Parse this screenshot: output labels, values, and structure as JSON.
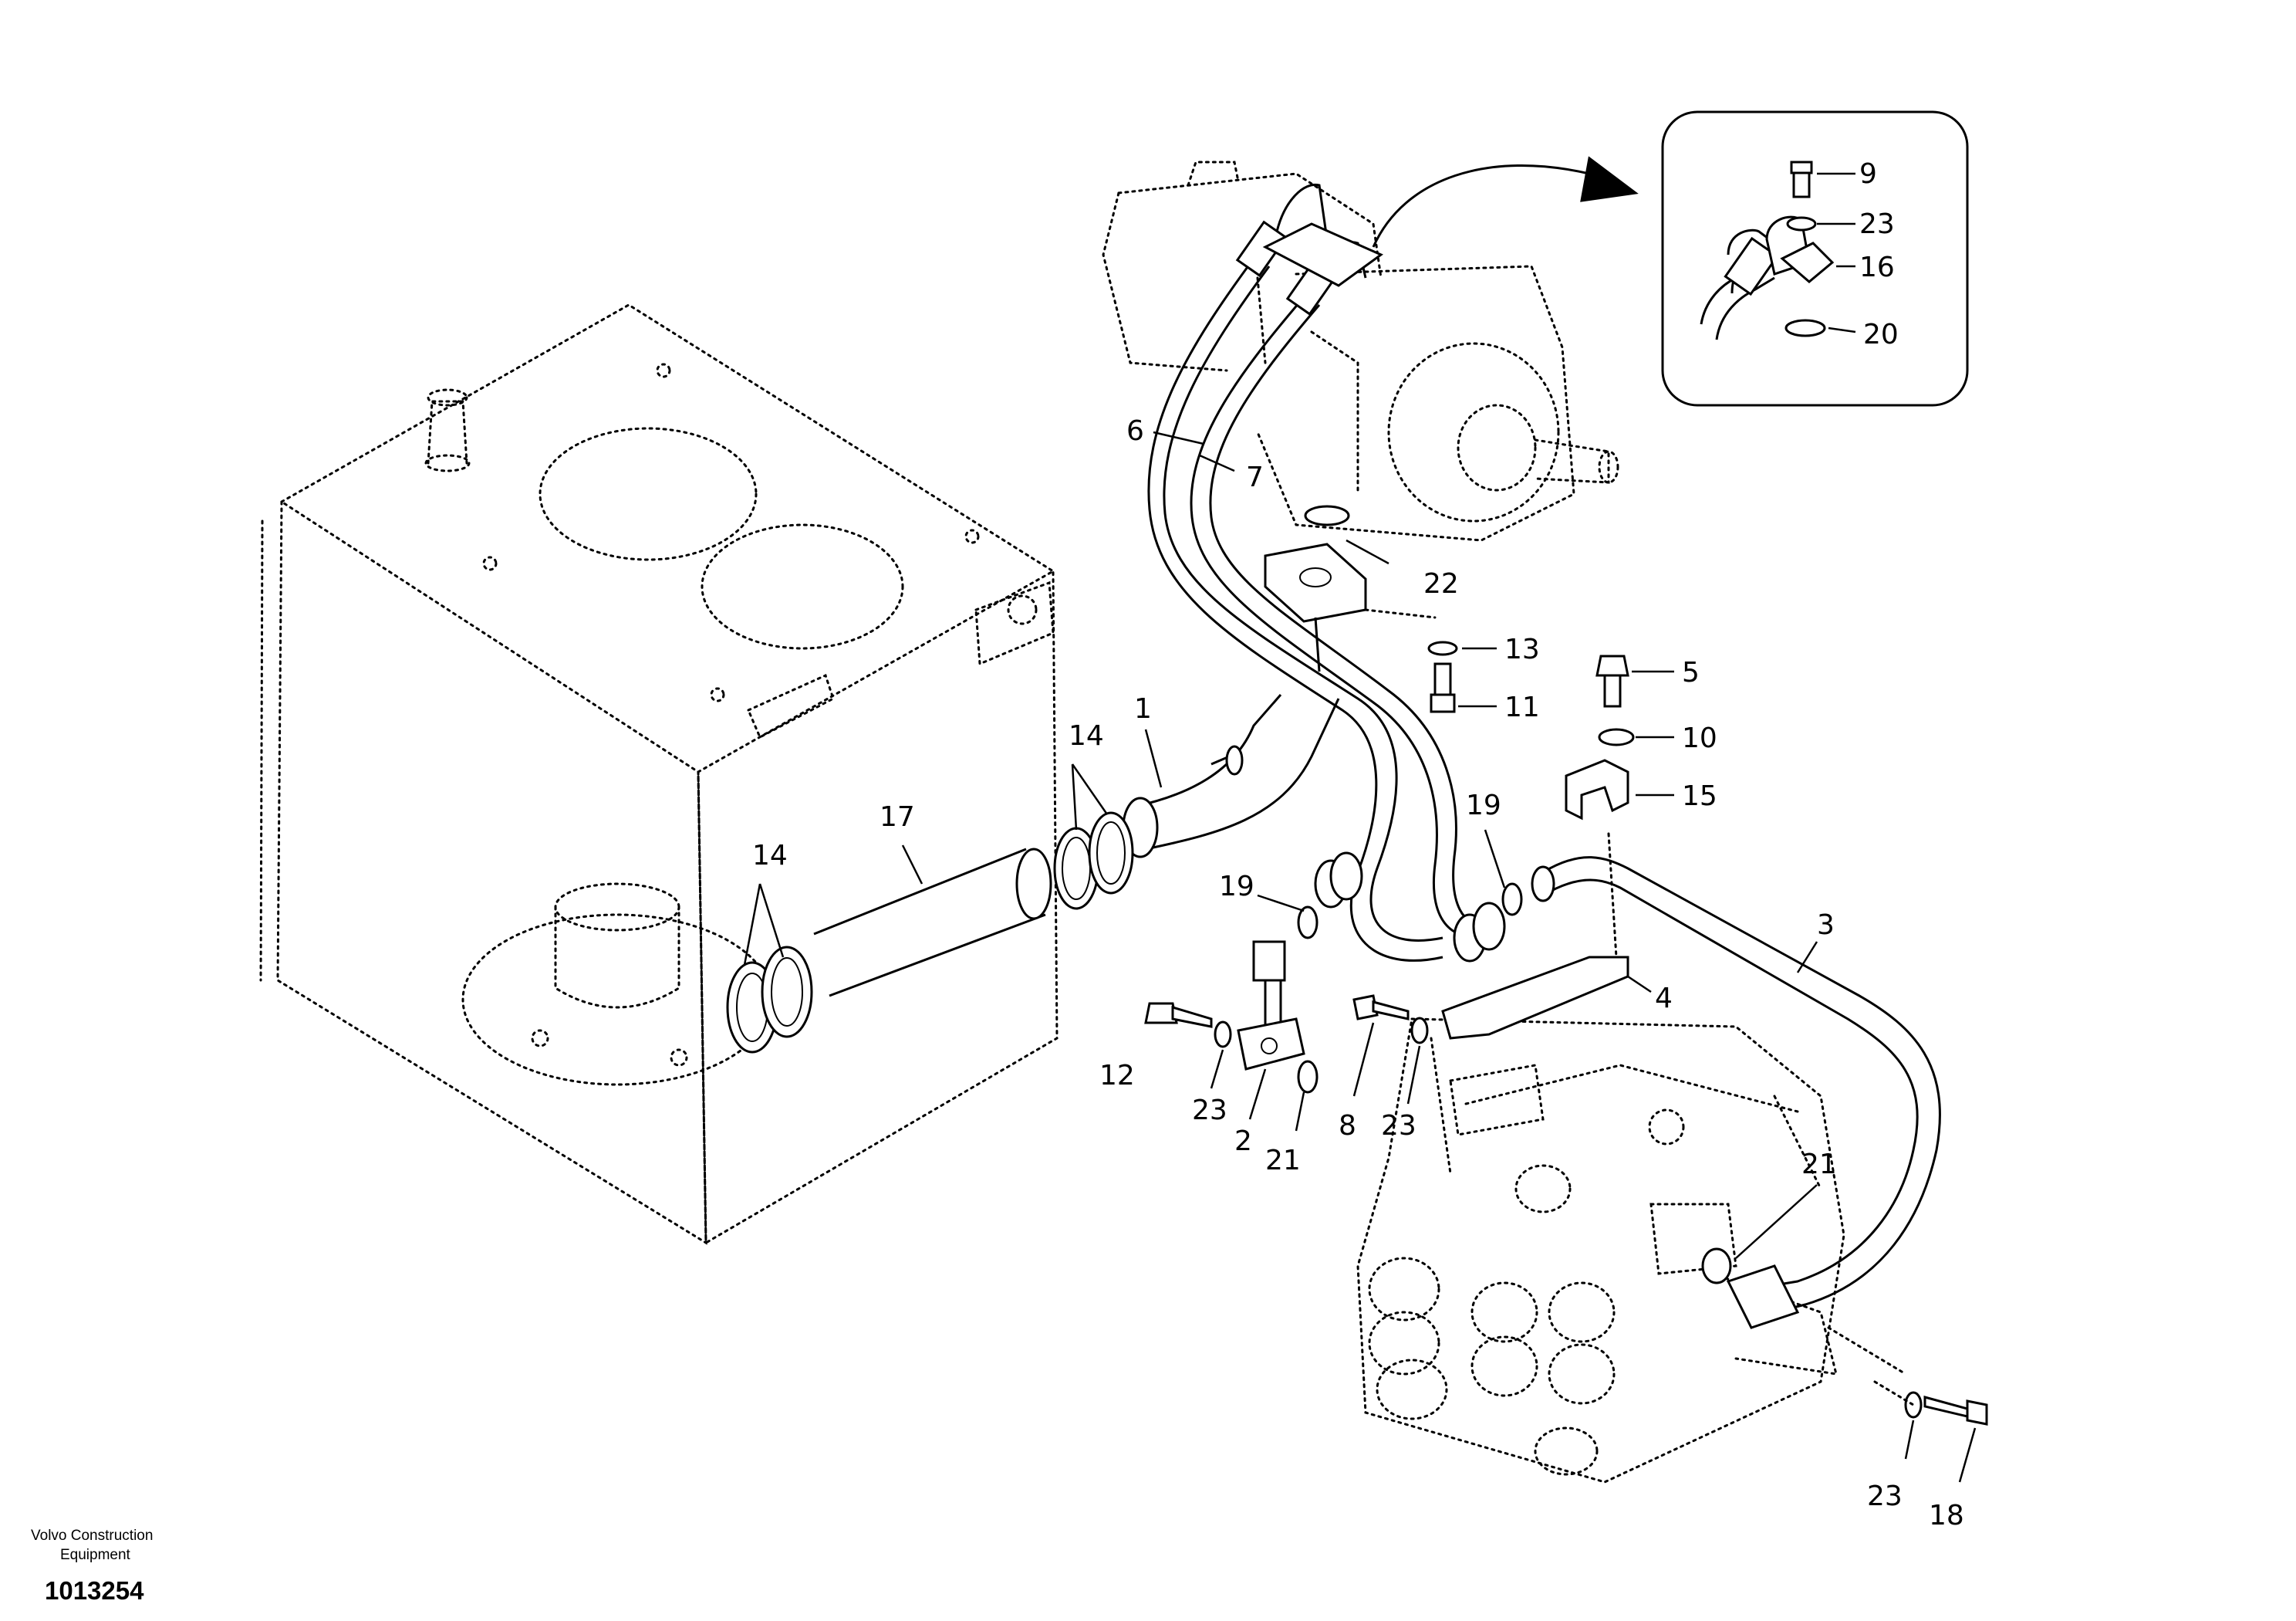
{
  "brand": {
    "line1": "Volvo Construction",
    "line2": "Equipment",
    "doc_number": "1013254"
  },
  "callouts": [
    {
      "id": "c1",
      "label": "1"
    },
    {
      "id": "c2",
      "label": "2"
    },
    {
      "id": "c3",
      "label": "3"
    },
    {
      "id": "c4",
      "label": "4"
    },
    {
      "id": "c5",
      "label": "5"
    },
    {
      "id": "c6",
      "label": "6"
    },
    {
      "id": "c7",
      "label": "7"
    },
    {
      "id": "c8",
      "label": "8"
    },
    {
      "id": "c9",
      "label": "9"
    },
    {
      "id": "c10",
      "label": "10"
    },
    {
      "id": "c11",
      "label": "11"
    },
    {
      "id": "c12",
      "label": "12"
    },
    {
      "id": "c13",
      "label": "13"
    },
    {
      "id": "c14a",
      "label": "14"
    },
    {
      "id": "c14b",
      "label": "14"
    },
    {
      "id": "c15",
      "label": "15"
    },
    {
      "id": "c16",
      "label": "16"
    },
    {
      "id": "c17",
      "label": "17"
    },
    {
      "id": "c18",
      "label": "18"
    },
    {
      "id": "c19a",
      "label": "19"
    },
    {
      "id": "c19b",
      "label": "19"
    },
    {
      "id": "c20",
      "label": "20"
    },
    {
      "id": "c21a",
      "label": "21"
    },
    {
      "id": "c21b",
      "label": "21"
    },
    {
      "id": "c22",
      "label": "22"
    },
    {
      "id": "c23a",
      "label": "23"
    },
    {
      "id": "c23b",
      "label": "23"
    },
    {
      "id": "c23c",
      "label": "23"
    },
    {
      "id": "c23d",
      "label": "23"
    }
  ]
}
